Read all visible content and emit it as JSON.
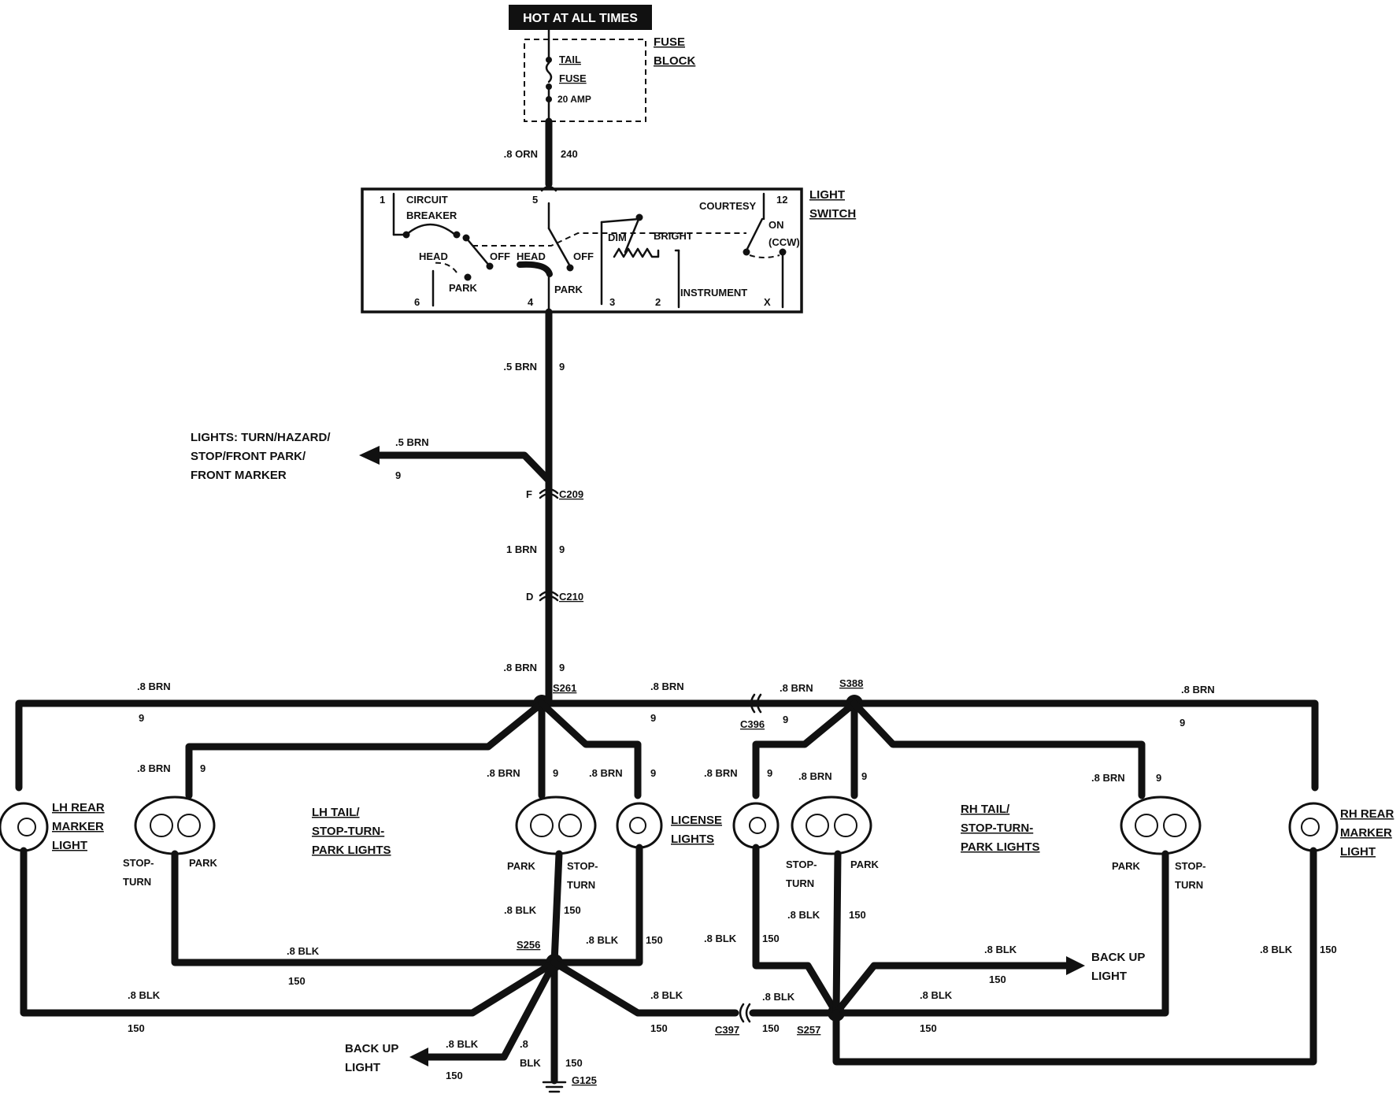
{
  "supply": {
    "header": "HOT AT ALL TIMES"
  },
  "fuse_block": {
    "label_1": "FUSE",
    "label_2": "BLOCK",
    "fuse_1": "TAIL",
    "fuse_2": "FUSE",
    "rating": "20 AMP"
  },
  "feed_wire": {
    "gauge": ".8 ORN",
    "circuit": "240"
  },
  "light_switch": {
    "label_1": "LIGHT",
    "label_2": "SWITCH",
    "circuit_1": "CIRCUIT",
    "circuit_2": "BREAKER",
    "head_left": "HEAD",
    "off_left": "OFF",
    "park_left": "PARK",
    "head_mid": "HEAD",
    "off_mid": "OFF",
    "park_mid": "PARK",
    "dim": "DIM",
    "bright": "BRIGHT",
    "courtesy": "COURTESY",
    "on_1": "ON",
    "on_2": "(CCW)",
    "instrument": "INSTRUMENT",
    "pins": {
      "p1": "1",
      "p5": "5",
      "p12": "12",
      "p6": "6",
      "p4": "4",
      "p3": "3",
      "p2": "2",
      "px": "X"
    }
  },
  "main_feed": {
    "seg1_gauge": ".5 BRN",
    "seg1_circuit": "9",
    "branch_gauge": ".5 BRN",
    "branch_circuit": "9",
    "branch_1": "LIGHTS:  TURN/HAZARD/",
    "branch_2": "STOP/FRONT PARK/",
    "branch_3": "FRONT MARKER",
    "c209_pin": "F",
    "c209": "C209",
    "seg2_gauge": "1 BRN",
    "seg2_circuit": "9",
    "c210_pin": "D",
    "c210": "C210",
    "seg3_gauge": ".8 BRN",
    "seg3_circuit": "9"
  },
  "splices": {
    "s261": "S261",
    "s388": "S388",
    "s256": "S256",
    "s257": "S257",
    "c396": "C396",
    "c397": "C397",
    "g125": "G125"
  },
  "brn_wire": {
    "gauge": ".8 BRN",
    "circuit": "9"
  },
  "blk_wire": {
    "gauge": ".8 BLK",
    "circuit": "150",
    "gauge_short": ".8",
    "blk_short": "BLK"
  },
  "lamps": {
    "lh_marker_1": "LH REAR",
    "lh_marker_2": "MARKER",
    "lh_marker_3": "LIGHT",
    "lh_tail_1": "LH TAIL/",
    "lh_tail_2": "STOP-TURN-",
    "lh_tail_3": "PARK LIGHTS",
    "license_1": "LICENSE",
    "license_2": "LIGHTS",
    "rh_tail_1": "RH TAIL/",
    "rh_tail_2": "STOP-TURN-",
    "rh_tail_3": "PARK LIGHTS",
    "rh_marker_1": "RH REAR",
    "rh_marker_2": "MARKER",
    "rh_marker_3": "LIGHT",
    "stop": "STOP-",
    "turn": "TURN",
    "park": "PARK",
    "backup_1": "BACK UP",
    "backup_2": "LIGHT"
  }
}
